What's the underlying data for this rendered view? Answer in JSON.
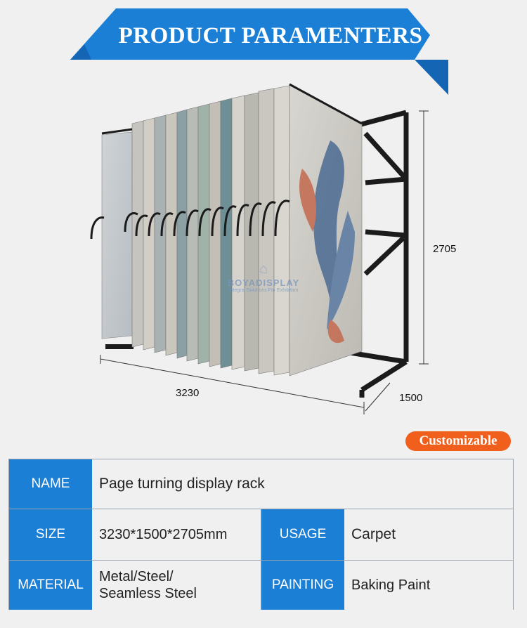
{
  "banner": {
    "title": "PRODUCT PARAMENTERS",
    "colors": {
      "main": "#1c7fd6",
      "dark": "#1466b5"
    }
  },
  "illustration": {
    "dimensions": {
      "width": "3230",
      "depth": "1500",
      "height": "2705"
    },
    "watermark": {
      "brand": "BOYADISPLAY",
      "tagline": "Integral Solutions For Exhibition"
    }
  },
  "badge": {
    "label": "Customizable",
    "color": "#f0601c"
  },
  "spec": {
    "name_key": "NAME",
    "name_value": "Page turning display rack",
    "size_key": "SIZE",
    "size_value": "3230*1500*2705mm",
    "usage_key": "USAGE",
    "usage_value": "Carpet",
    "material_key": "MATERIAL",
    "material_value_1": "Metal/Steel/",
    "material_value_2": "Seamless Steel",
    "painting_key": "PAINTING",
    "painting_value": "Baking Paint"
  }
}
